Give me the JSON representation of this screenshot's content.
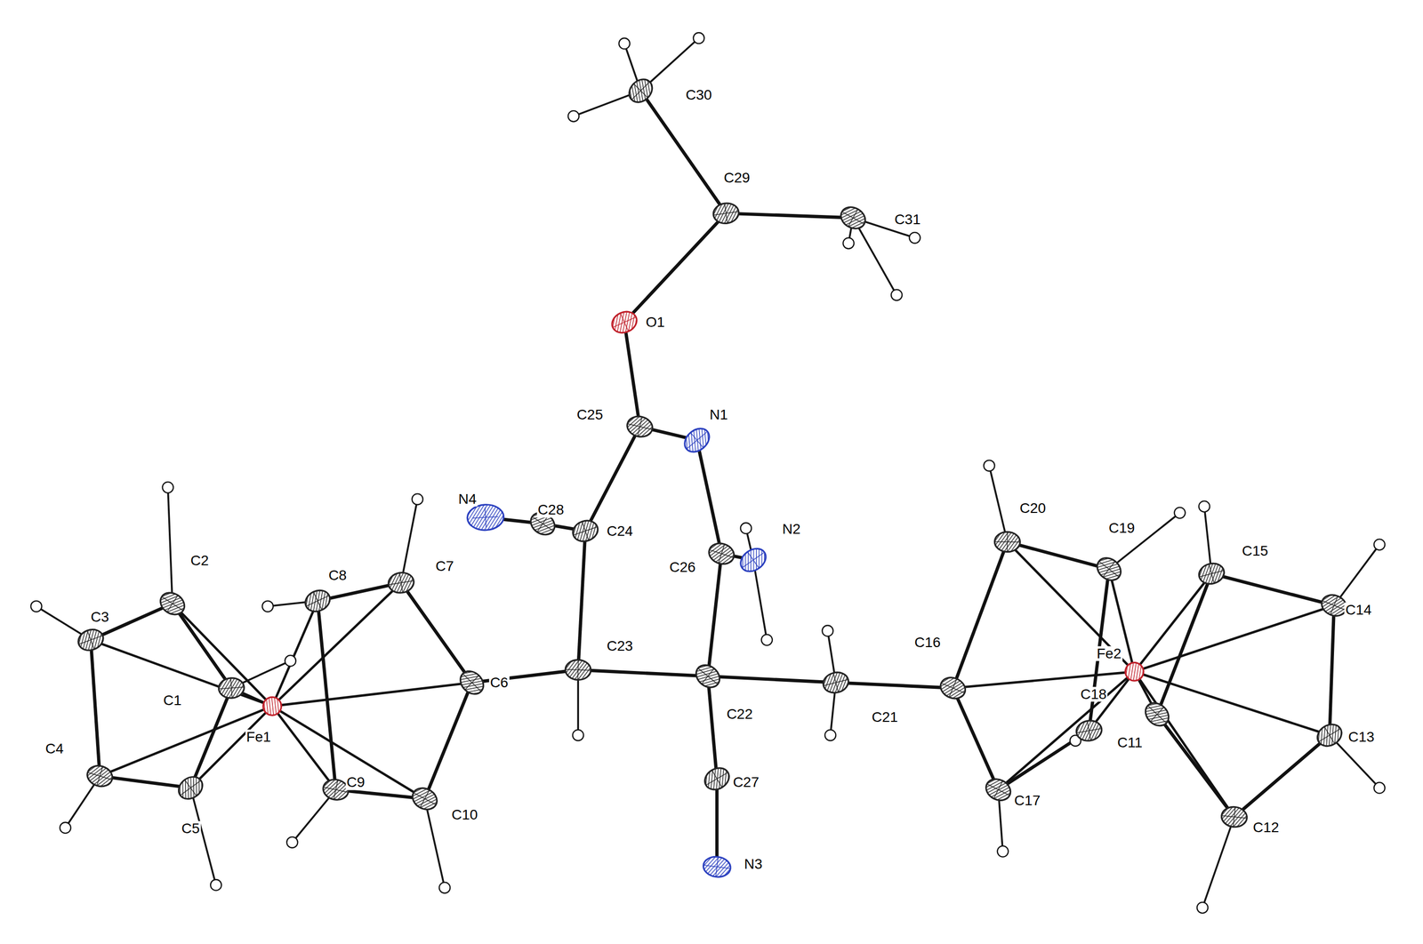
{
  "diagram": {
    "labels": [
      "C30",
      "C29",
      "C31",
      "O1",
      "C25",
      "N1",
      "N4",
      "C28",
      "C24",
      "N2",
      "C26",
      "C20",
      "C19",
      "C15",
      "C14",
      "C2",
      "C8",
      "C7",
      "C3",
      "C6",
      "C23",
      "C22",
      "C21",
      "C16",
      "Fe1",
      "C1",
      "C18",
      "Fe2",
      "C4",
      "C11",
      "C13",
      "C27",
      "C17",
      "C5",
      "C9",
      "C10",
      "N3",
      "C12"
    ]
  }
}
